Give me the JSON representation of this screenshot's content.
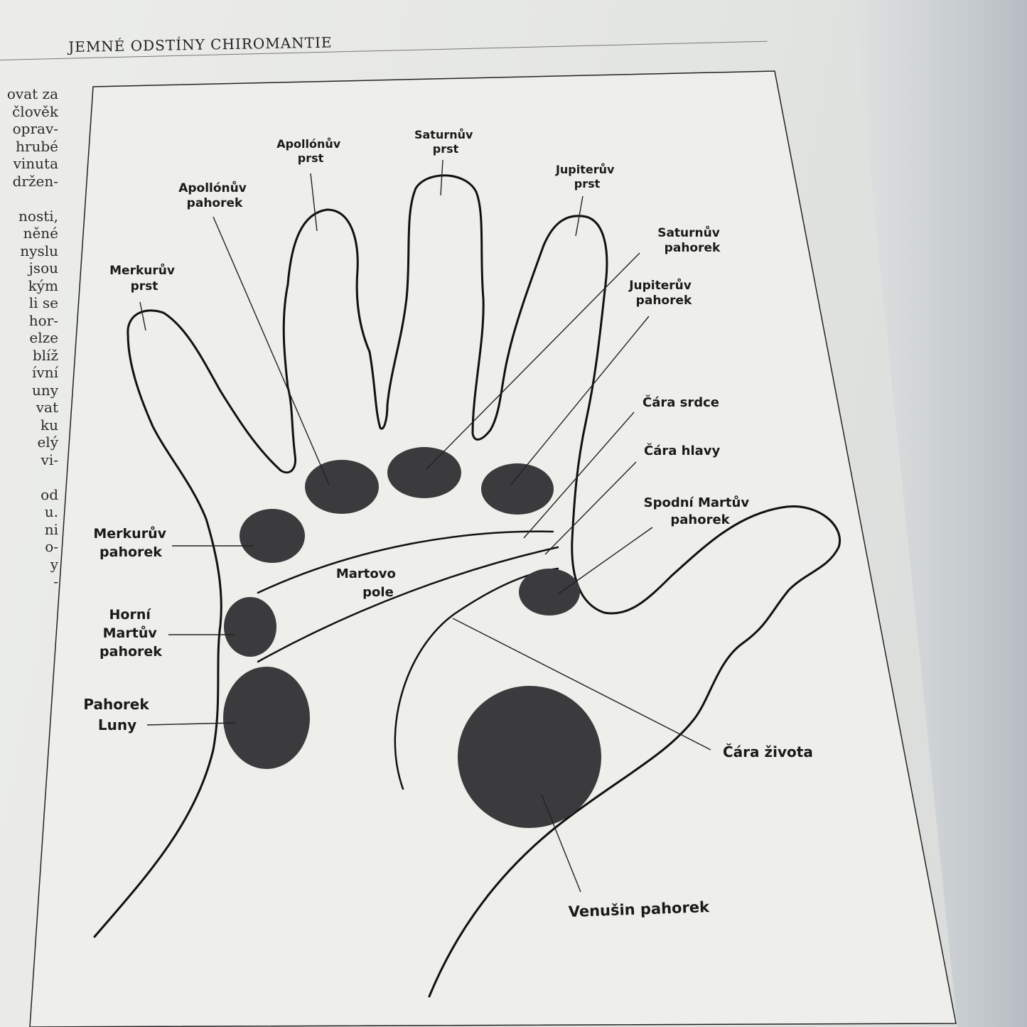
{
  "page": {
    "running_head": "JEMNÉ ODSTÍNY CHIROMANTIE",
    "side_text_lines": [
      "ovat za",
      "člověk",
      "oprav-",
      "hrubé",
      "vinuta",
      "držen-",
      "",
      "nosti,",
      "něné",
      "nyslu",
      "jsou",
      "kým",
      "li se",
      "hor-",
      "elze",
      "blíž",
      "ívní",
      "uny",
      "vat",
      "ku",
      "elý",
      "vi-",
      "",
      "od",
      "u.",
      "ni",
      "o-",
      "y",
      "-"
    ]
  },
  "diagram": {
    "labels": {
      "apollo_finger": [
        "Apollónův",
        "prst"
      ],
      "saturn_finger": [
        "Saturnův",
        "prst"
      ],
      "jupiter_finger": [
        "Jupiterův",
        "prst"
      ],
      "apollo_mount": [
        "Apollónův",
        "pahorek"
      ],
      "mercury_finger": [
        "Merkurův",
        "prst"
      ],
      "saturn_mount": [
        "Saturnův",
        "pahorek"
      ],
      "jupiter_mount": [
        "Jupiterův",
        "pahorek"
      ],
      "heart_line": "Čára srdce",
      "head_line": "Čára hlavy",
      "lower_mars": [
        "Spodní Martův",
        "pahorek"
      ],
      "mercury_mount": [
        "Merkurův",
        "pahorek"
      ],
      "plain_of_mars": [
        "Martovo",
        "pole"
      ],
      "upper_mars": [
        "Horní",
        "Martův",
        "pahorek"
      ],
      "moon_mount": [
        "Pahorek",
        "Luny"
      ],
      "life_line": "Čára života",
      "venus_mount": "Venušin pahorek"
    },
    "colors": {
      "mount_fill": "#3b3b3d",
      "outline": "#111111"
    }
  }
}
